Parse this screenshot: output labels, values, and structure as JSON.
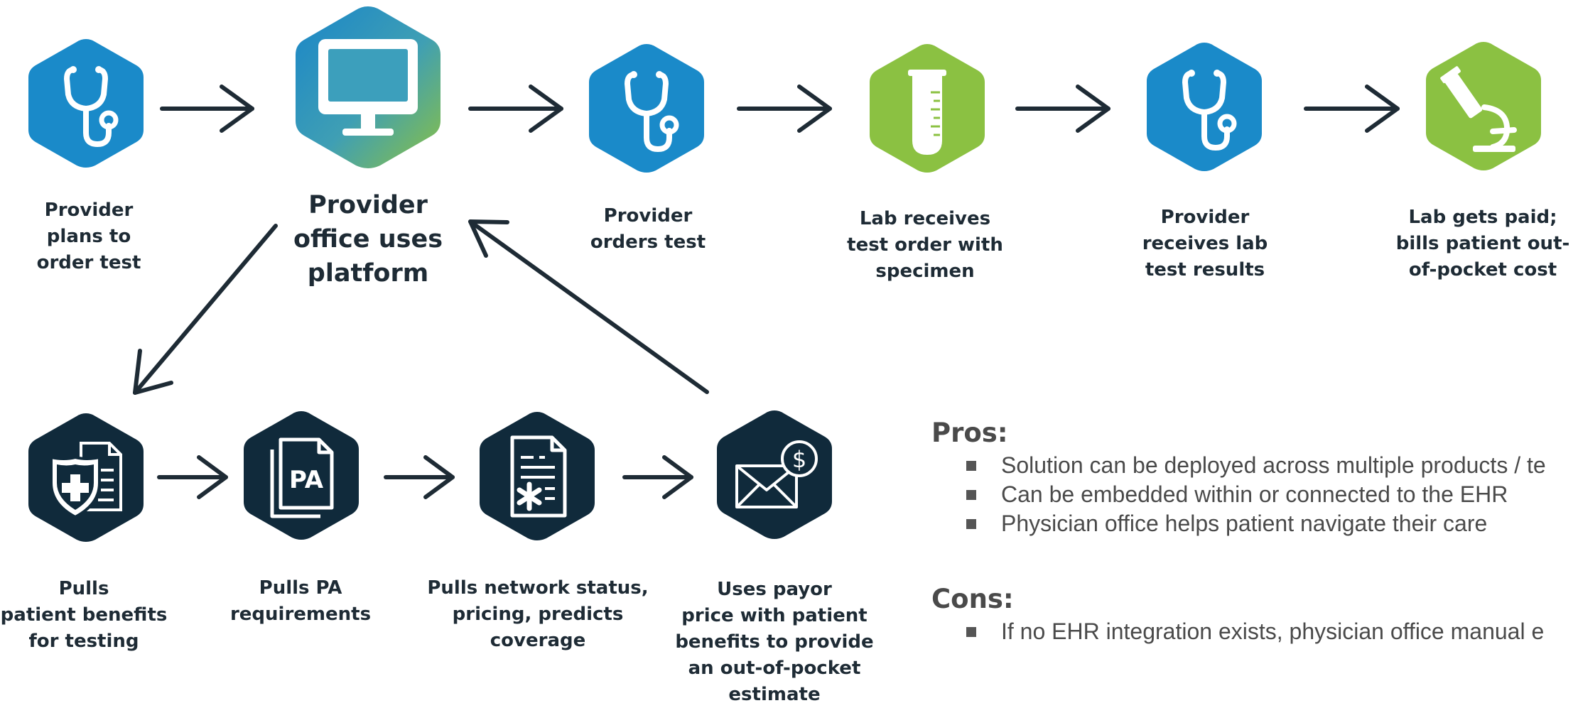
{
  "top_steps": [
    {
      "icon": "stethoscope-icon",
      "color": "#1a8ac9",
      "lines": [
        "Provider",
        "plans to",
        "order test"
      ]
    },
    {
      "icon": "monitor-icon",
      "color": "gradient",
      "lines": [
        "Provider",
        "office uses",
        "platform"
      ]
    },
    {
      "icon": "stethoscope-icon",
      "color": "#1a8ac9",
      "lines": [
        "Provider",
        "orders test"
      ]
    },
    {
      "icon": "test-tube-icon",
      "color": "#8bc142",
      "lines": [
        "Lab receives",
        "test order with",
        "specimen"
      ]
    },
    {
      "icon": "stethoscope-icon",
      "color": "#1a8ac9",
      "lines": [
        "Provider",
        "receives lab",
        "test results"
      ]
    },
    {
      "icon": "microscope-icon",
      "color": "#8bc142",
      "lines": [
        "Lab gets paid;",
        "bills patient out-",
        "of-pocket cost"
      ]
    }
  ],
  "bottom_steps": [
    {
      "icon": "shield-medical-document-icon",
      "color": "#102a3b",
      "lines": [
        "Pulls",
        "patient benefits",
        "for testing"
      ]
    },
    {
      "icon": "pa-document-icon",
      "color": "#102a3b",
      "lines": [
        "Pulls PA",
        "requirements"
      ]
    },
    {
      "icon": "medical-document-icon",
      "color": "#102a3b",
      "lines": [
        "Pulls network status,",
        "pricing, predicts",
        "coverage"
      ]
    },
    {
      "icon": "envelope-dollar-icon",
      "color": "#102a3b",
      "lines": [
        "Uses payor",
        "price with patient",
        "benefits to provide",
        "an out-of-pocket",
        "estimate"
      ]
    }
  ],
  "pa_badge": "PA",
  "dollar_sign": "$",
  "pros": {
    "heading": "Pros:",
    "items": [
      "Solution can be deployed across multiple products / te",
      "Can be embedded within or connected to the EHR",
      "Physician office helps patient navigate their care"
    ]
  },
  "cons": {
    "heading": "Cons:",
    "items": [
      "If no EHR integration exists, physician office manual e"
    ]
  }
}
